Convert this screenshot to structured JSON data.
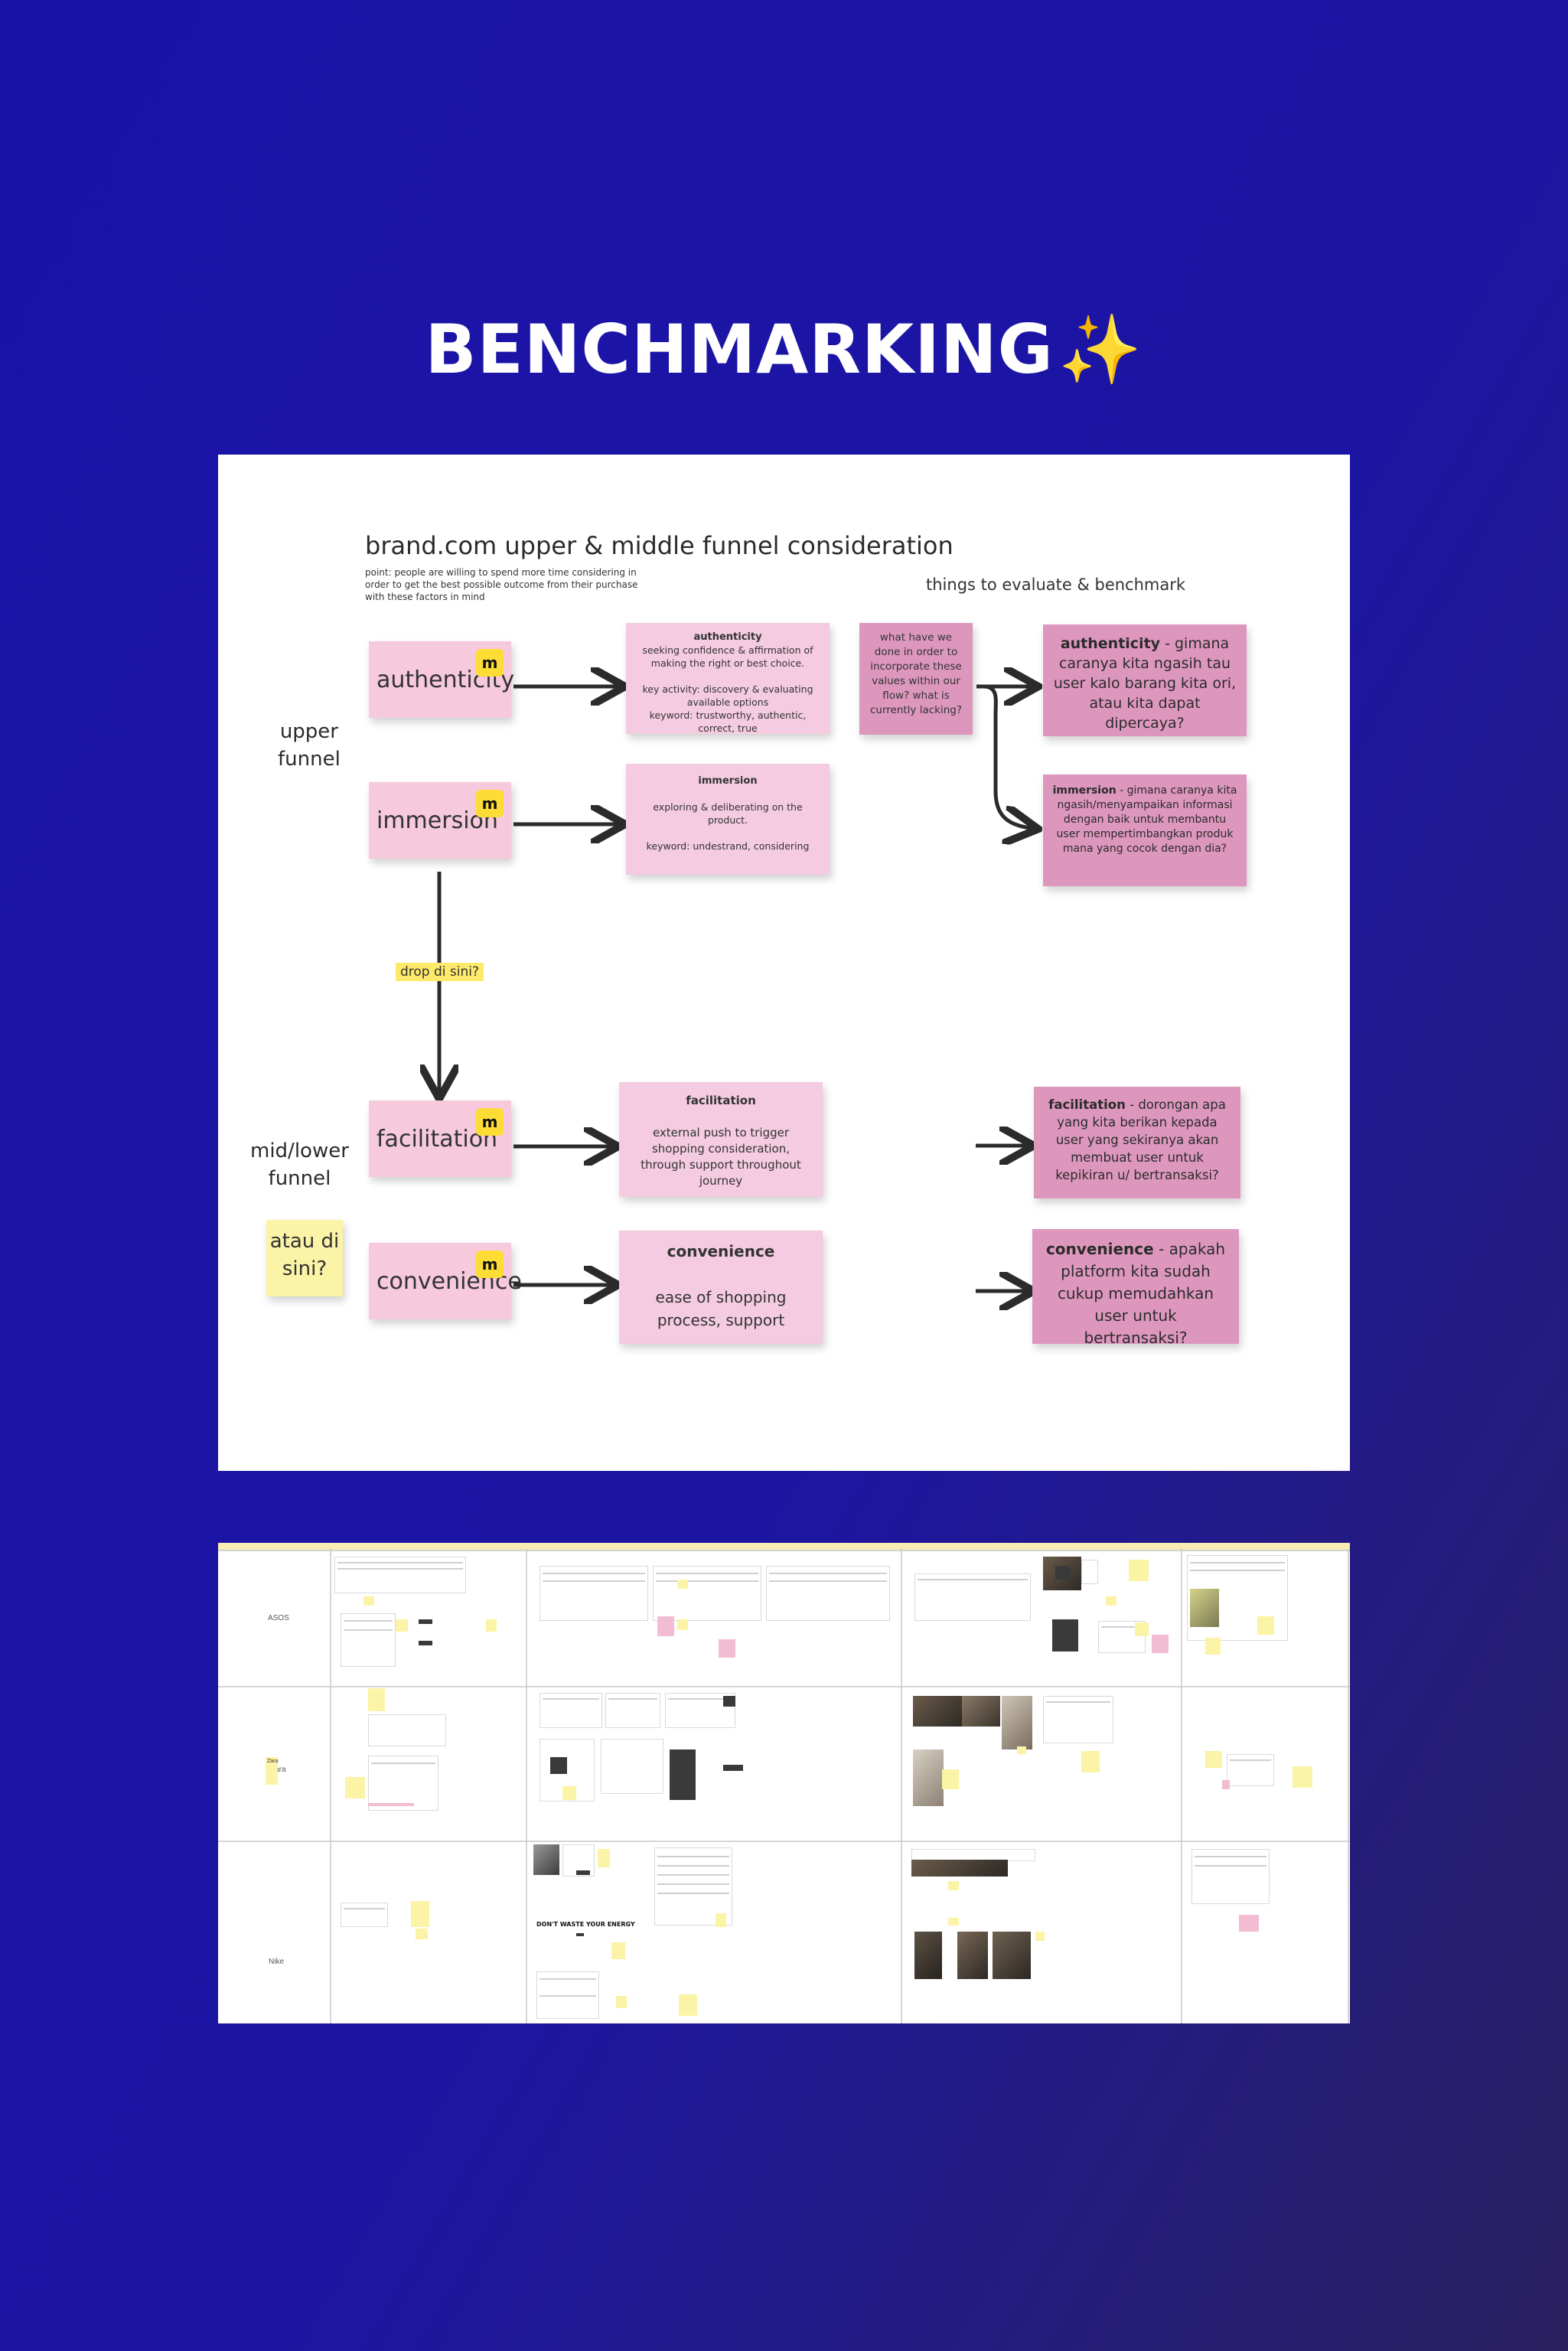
{
  "page": {
    "title": "BENCHMARKING",
    "title_emoji": "✨"
  },
  "board": {
    "title": "brand.com upper & middle funnel consideration",
    "point": "point: people are willing to spend more time considering in order to get the best possible outcome from their purchase with these factors in mind",
    "evaluate_title": "things to evaluate & benchmark",
    "side_labels": {
      "upper": "upper\nfunnel",
      "mid": "mid/lower\nfunnel"
    },
    "atau": "atau di\nsini?",
    "drop_tag": "drop di sini?",
    "miro_badge": "m",
    "stages": [
      {
        "label": "authenticity"
      },
      {
        "label": "immersion"
      },
      {
        "label": "facilitation"
      },
      {
        "label": "convenience"
      }
    ],
    "definitions": [
      {
        "title": "authenticity",
        "body": "seeking confidence & affirmation of making the right or best choice.\n\nkey activity: discovery & evaluating available options\nkeyword: trustworthy, authentic, correct, true"
      },
      {
        "title": "immersion",
        "body": "exploring & deliberating on the product.\n\nkeyword: undestrand, considering"
      },
      {
        "title": "facilitation",
        "body": "external push to trigger shopping consideration, through support throughout journey"
      },
      {
        "title": "convenience",
        "body": "ease of shopping process, support"
      }
    ],
    "what_note": "what have we done in order to incorporate these values within our flow? what is currently lacking?",
    "evaluations": [
      {
        "key": "authenticity",
        "text": " - gimana caranya kita ngasih tau user kalo barang kita ori, atau kita dapat dipercaya?"
      },
      {
        "key": "immersion",
        "text": " - gimana caranya kita ngasih/menyampaikan informasi dengan baik untuk membantu user mempertimbangkan produk mana yang cocok dengan dia?"
      },
      {
        "key": "facilitation",
        "text": " - dorongan apa yang kita berikan kepada user yang sekiranya akan membuat user untuk kepikiran u/ bertransaksi?"
      },
      {
        "key": "convenience",
        "text": " - apakah platform kita sudah cukup memudahkan user untuk bertransaksi?"
      }
    ]
  },
  "benchmark_board": {
    "row_labels": [
      "ASOS",
      "Zara",
      "Nike"
    ],
    "zara_note": "Zara",
    "poster_text": "DON'T WASTE YOUR ENERGY"
  },
  "colors": {
    "background": "#1a13a8",
    "sticky_pink_light": "#f6c9dc",
    "sticky_pink_dark": "#dd97bd",
    "sticky_yellow": "#fbf3a5",
    "arrow": "#2b2b2b"
  }
}
